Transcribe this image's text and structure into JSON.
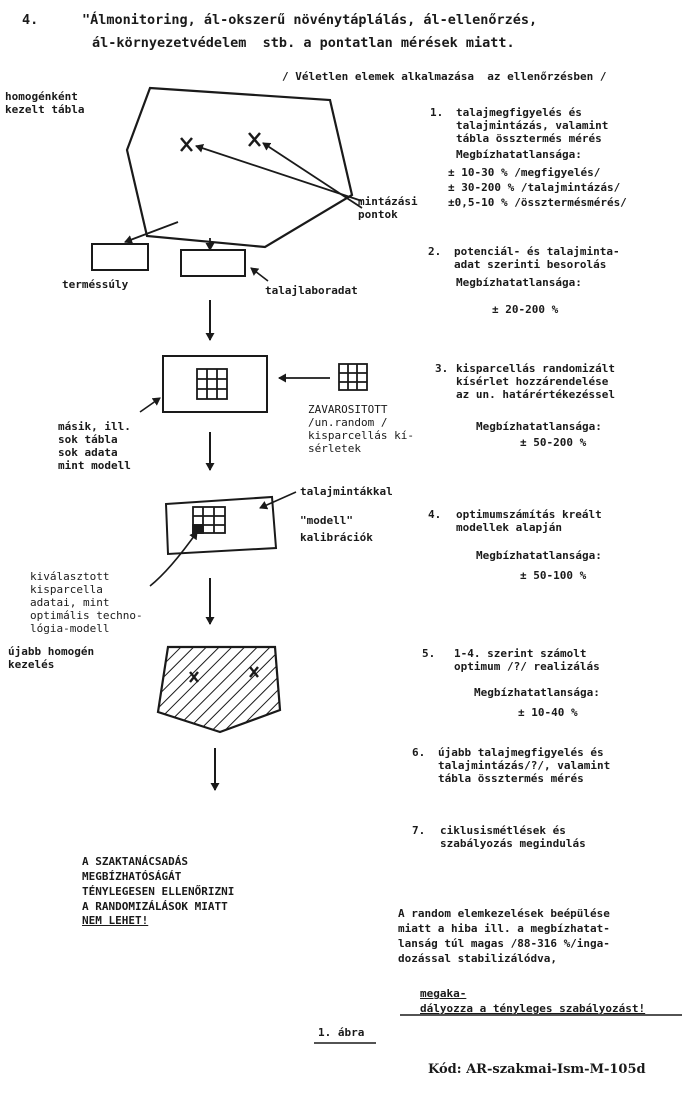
{
  "heading": {
    "number": "4.",
    "line1": "\"Álmonitoring, ál-okszerű növénytáplálás, ál-ellenőrzés,",
    "line2": "ál-környezetvédelem  stb. a pontatlan mérések miatt.",
    "subtitle": "/ Véletlen elemek alkalmazása  az ellenőrzésben /"
  },
  "diagram_labels": {
    "homogeneous_field": "homogénként\nkezelt tábla",
    "sample_points": "mintázási\npontok",
    "yield_weight": "terméssúly",
    "soil_lab": "talajlaboradat",
    "other_fields": "másik, ill.\nsok tábla\nsok adata\nmint modell",
    "disturbed_trials": "ZAVAROSITOTT\n/un.random /\nkisparcellás kí-\nsérletek",
    "with_soil_samples": "talajmintákkal",
    "model_calibrations": "\"modell\"\nkalibrációk",
    "selected_plot": "kiválasztott\nkisparcella\nadatai, mint\noptimális techno-\nlógia-modell",
    "new_treatment": "újabb homogén\nkezelés"
  },
  "steps": [
    {
      "number": "1.",
      "text": "talajmegfigyelés és\ntalajmintázás, valamint\ntábla össztermés mérés",
      "uncertainty_label": "Megbízhatatlansága:",
      "values": "± 10-30 % /megfigyelés/\n± 30-200 % /talajmintázás/\n±0,5-10 % /össztermésmérés/"
    },
    {
      "number": "2.",
      "text": "potenciál- és talajminta-\nadat szerinti besorolás",
      "uncertainty_label": "Megbízhatatlansága:",
      "values": "± 20-200 %"
    },
    {
      "number": "3.",
      "text": "kisparcellás randomizált\nkísérlet hozzárendelése\naz un. határértékezéssel",
      "uncertainty_label": "Megbízhatatlansága:",
      "values": "± 50-200 %"
    },
    {
      "number": "4.",
      "text": "optimumszámítás kreált\nmodellek alapján",
      "uncertainty_label": "Megbízhatatlansága:",
      "values": "± 50-100 %"
    },
    {
      "number": "5.",
      "text": "1-4. szerint számolt\noptimum /?/ realizálás",
      "uncertainty_label": "Megbízhatatlansága:",
      "values": "± 10-40 %"
    },
    {
      "number": "6.",
      "text": "újabb talajmegfigyelés és\ntalajmintázás/?/, valamint\ntábla össztermés mérés"
    },
    {
      "number": "7.",
      "text": "ciklusismétlések és\nszabályozás megindulás"
    }
  ],
  "note_left": {
    "lines": "A SZAKTANÁCSADÁS\nMEGBÍZHATÓSÁGÁT\nTÉNYLEGESEN ELLENŐRIZNI\nA RANDOMIZÁLÁSOK MIATT",
    "emphasis": "NEM LEHET!"
  },
  "note_right": {
    "lines": "A random elemkezelések beépülése\nmiatt a hiba ill. a megbízhatat-\nlanság túl magas /88-316 %/inga-\ndozással stabilizálódva,",
    "tail": "megaka-\ndályozza a tényleges szabályozást!"
  },
  "figure_caption": "1. ábra",
  "code": "Kód: AR-szakmai-Ism-M-105d"
}
